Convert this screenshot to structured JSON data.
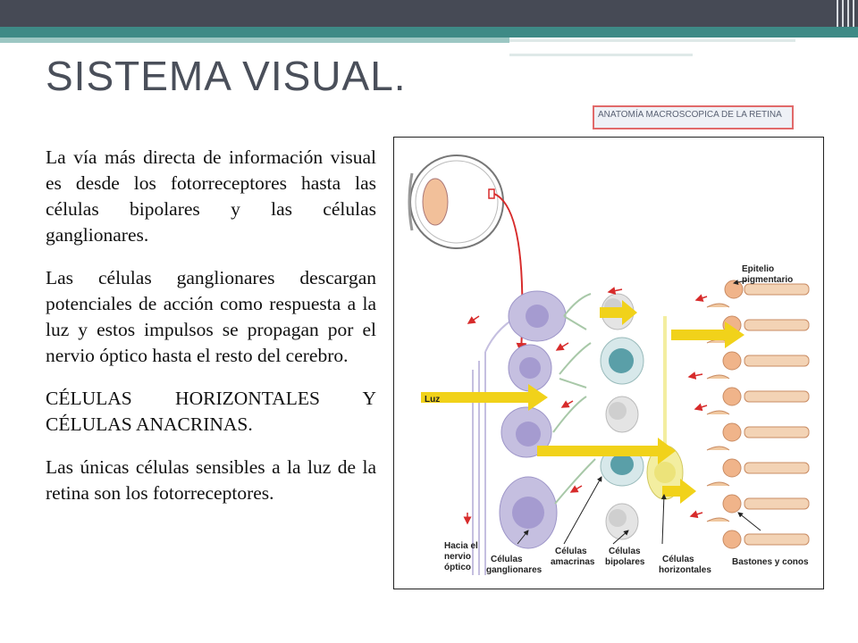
{
  "slide": {
    "title": "SISTEMA VISUAL.",
    "caption": "ANATOMÍA MACROSCOPICA DE LA RETINA",
    "paragraphs": [
      "La vía más directa de información visual es desde los fotorreceptores hasta las células bipolares y las células ganglionares.",
      "Las células ganglionares descargan potenciales de acción como respuesta a la luz y estos impulsos se propagan por el nervio óptico hasta el resto del cerebro.",
      "CÉLULAS HORIZONTALES Y CÉLULAS ANACRINAS.",
      "Las únicas células sensibles a la luz de la retina son los fotorreceptores."
    ]
  },
  "figure": {
    "labels": {
      "epitelio": "Epitelio",
      "pigmentario": "pigmentario",
      "luz": "Luz",
      "hacia_el": "Hacia el",
      "nervio": "nervio",
      "optico": "óptico",
      "celulas1": "Células",
      "ganglionares": "ganglionares",
      "celulas2": "Células",
      "amacrinas": "amacrinas",
      "celulas3": "Células",
      "bipolares": "bipolares",
      "celulas4": "Células",
      "horizontales": "horizontales",
      "bastones": "Bastones y conos"
    },
    "colors": {
      "ganglion": "#c5bfe0",
      "bipolar_nucleus": "#5a9fa8",
      "horizontal": "#f3eea0",
      "arrow_yellow": "#f1d21a",
      "arrow_red": "#d72b2b",
      "photoreceptor": "#f0b48a",
      "pigment": "#e88a6a"
    }
  }
}
